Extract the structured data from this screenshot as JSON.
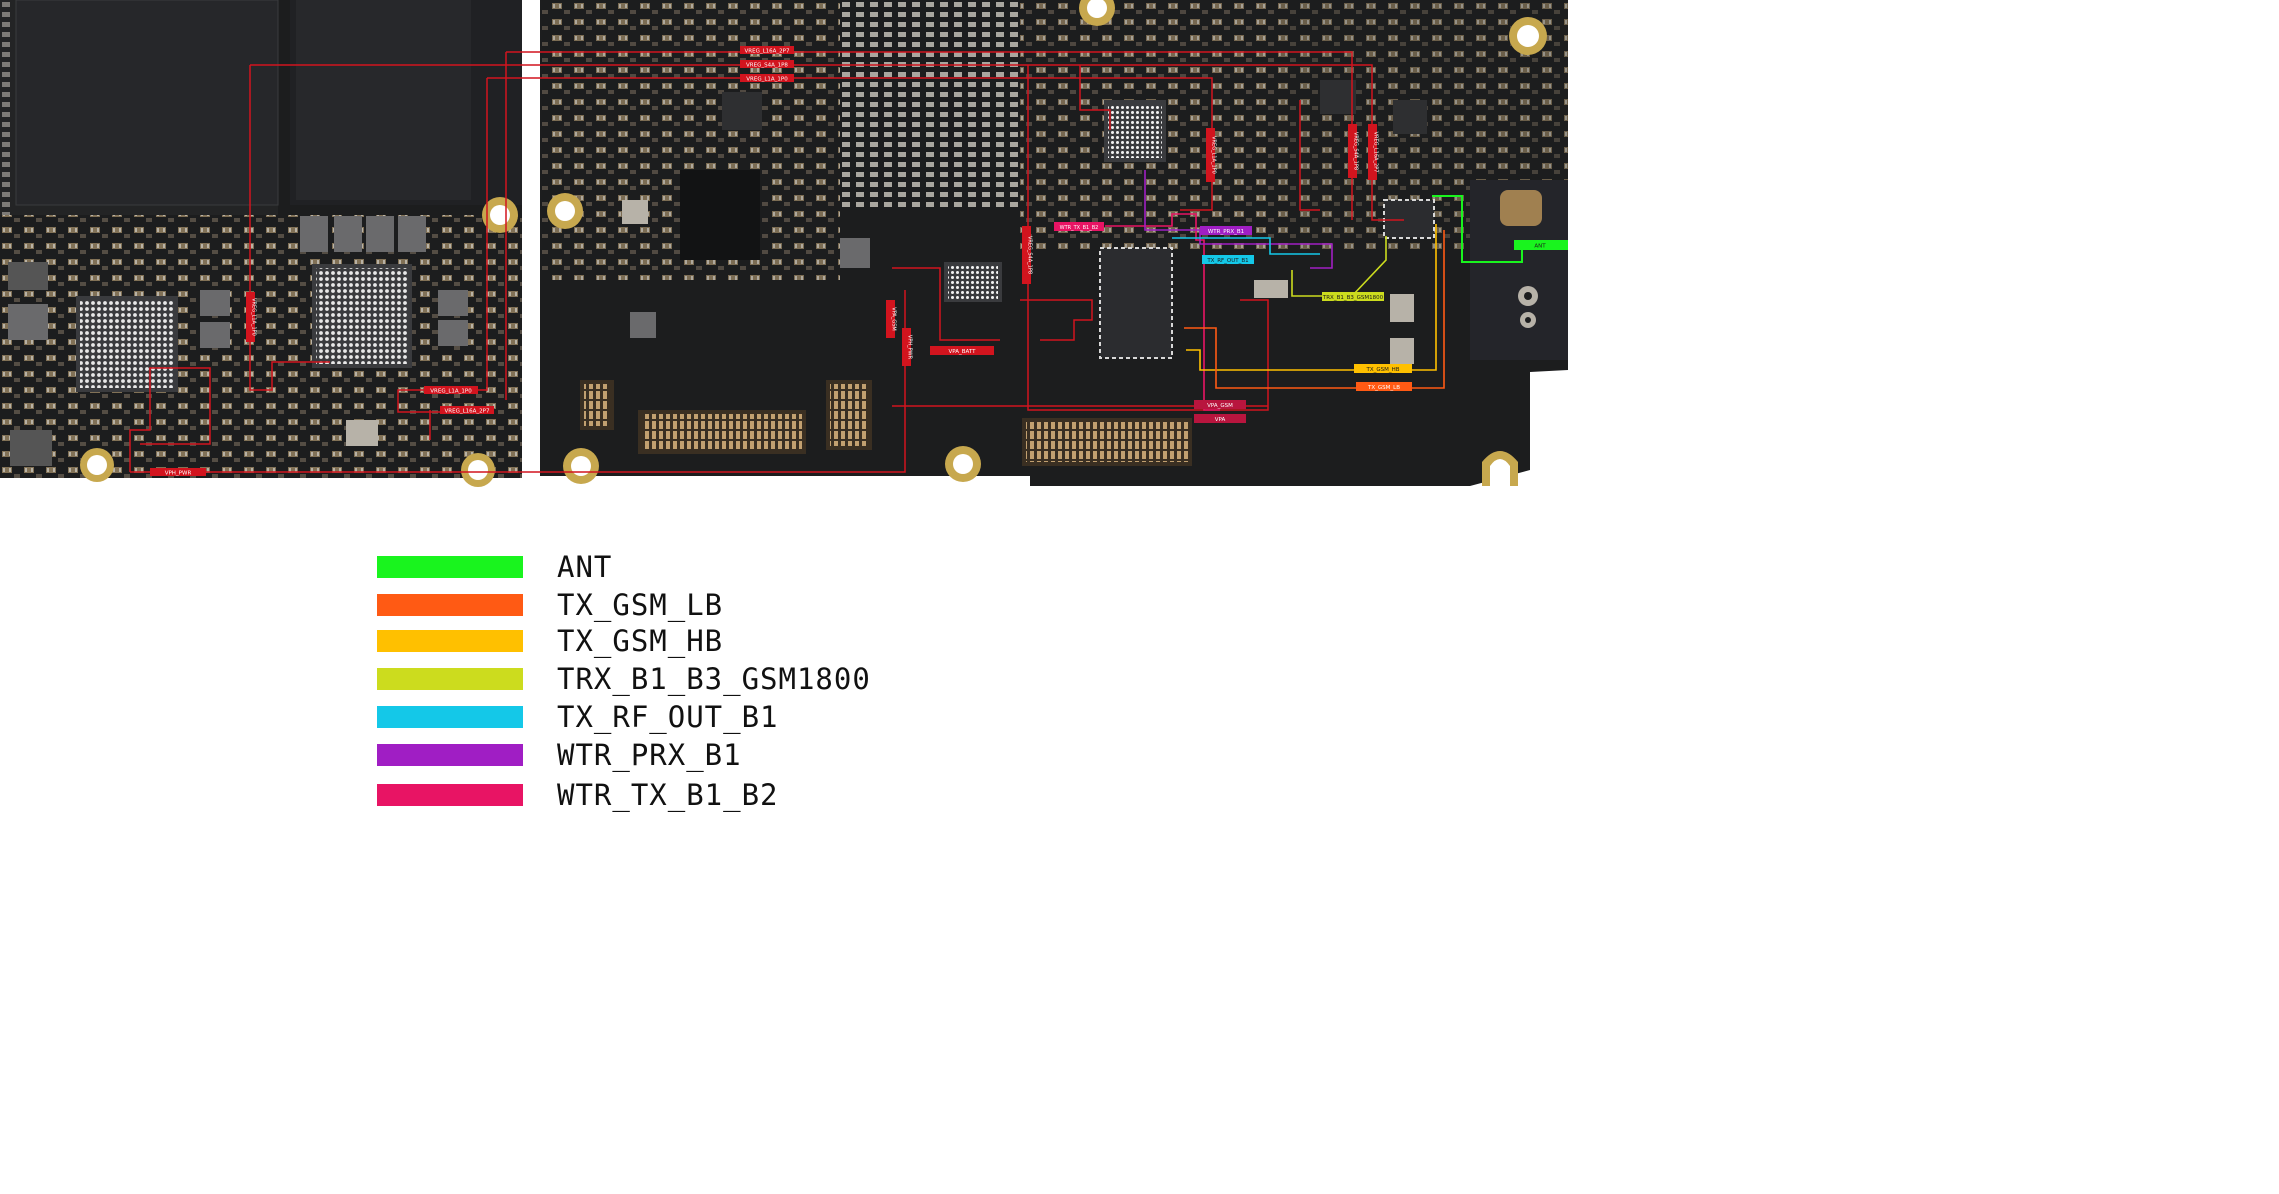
{
  "diagram": {
    "net_tags": {
      "vreg_l16a_2p7_top": "VREG_L16A_2P7",
      "vreg_s4a_1p8_top": "VREG_S4A_1P8",
      "vreg_l1a_1p0_top": "VREG_L1A_1P0",
      "vreg_l1a_1p0_bottom": "VREG_L1A_1P0",
      "vreg_l16a_2p7_bottom": "VREG_L16A_2P7",
      "vph_pwr_bottom": "VPH_PWR",
      "vpa_batt": "VPA_BATT",
      "vpa_gsm": "VPA_GSM",
      "vpa": "VPA",
      "wtr_tx_b1_b2": "WTR_TX_B1_B2",
      "wtr_prx_b1": "WTR_PRX_B1",
      "tx_rf_out_b1": "TX_RF_OUT_B1",
      "trx_b1_b3_gsm1800": "TRX_B1_B3_GSM1800",
      "tx_gsm_hb": "TX_GSM_HB",
      "tx_gsm_lb": "TX_GSM_LB",
      "ant": "ANT",
      "vreg_s4a_1p8_vertical": "VREG_S4A_1P8",
      "vreg_l1a_1p0_vertical": "VREG_L1A_1P0",
      "vreg_s4a_1p8_right": "VREG_S4A_1P8",
      "vreg_l16a_2p7_right": "VREG_L16A_2P7",
      "vph_pwr_vertical": "VPH_PWR",
      "vreg_l1a_vertical_left": "VREG_L1A_1P0",
      "vreg_gsm_vertical": "VPA_GSM"
    },
    "colors": {
      "board": "#1c1d1e",
      "power_net": "#d2141e",
      "ant": "#19f41e",
      "tx_gsm_lb": "#ff5a14",
      "tx_gsm_hb": "#ffc000",
      "trx_b1_b3_gsm1800": "#ccdc1e",
      "tx_rf_out_b1": "#14c8e8",
      "wtr_prx_b1": "#a01ec4",
      "wtr_tx_b1_b2": "#e81464"
    }
  },
  "legend": [
    {
      "label": "ANT",
      "color": "#19f41e"
    },
    {
      "label": "TX_GSM_LB",
      "color": "#ff5a14"
    },
    {
      "label": "TX_GSM_HB",
      "color": "#ffc000"
    },
    {
      "label": "TRX_B1_B3_GSM1800",
      "color": "#ccdc1e"
    },
    {
      "label": "TX_RF_OUT_B1",
      "color": "#14c8e8"
    },
    {
      "label": "WTR_PRX_B1",
      "color": "#a01ec4"
    },
    {
      "label": "WTR_TX_B1_B2",
      "color": "#e81464"
    }
  ]
}
